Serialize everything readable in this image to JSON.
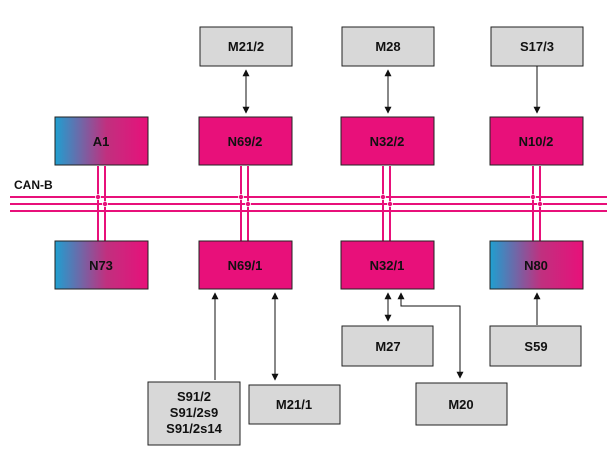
{
  "bus": {
    "label": "CAN-B"
  },
  "colors": {
    "pink": "#e8107a",
    "gradient_start": "#1f9fd0",
    "gray": "#d8d8d8"
  },
  "top_modules": [
    {
      "id": "m21-2",
      "label": "M21/2"
    },
    {
      "id": "m28",
      "label": "M28"
    },
    {
      "id": "s17-3",
      "label": "S17/3"
    }
  ],
  "upper_nodes": [
    {
      "id": "a1",
      "label": "A1",
      "style": "gradient"
    },
    {
      "id": "n69-2",
      "label": "N69/2",
      "style": "pink"
    },
    {
      "id": "n32-2",
      "label": "N32/2",
      "style": "pink"
    },
    {
      "id": "n10-2",
      "label": "N10/2",
      "style": "pink"
    }
  ],
  "lower_nodes": [
    {
      "id": "n73",
      "label": "N73",
      "style": "gradient"
    },
    {
      "id": "n69-1",
      "label": "N69/1",
      "style": "pink"
    },
    {
      "id": "n32-1",
      "label": "N32/1",
      "style": "pink"
    },
    {
      "id": "n80",
      "label": "N80",
      "style": "gradient"
    }
  ],
  "bottom_modules": [
    {
      "id": "s91",
      "label_lines": [
        "S91/2",
        "S91/2s9",
        "S91/2s14"
      ]
    },
    {
      "id": "m21-1",
      "label": "M21/1"
    },
    {
      "id": "m27",
      "label": "M27"
    },
    {
      "id": "m20",
      "label": "M20"
    },
    {
      "id": "s59",
      "label": "S59"
    }
  ]
}
